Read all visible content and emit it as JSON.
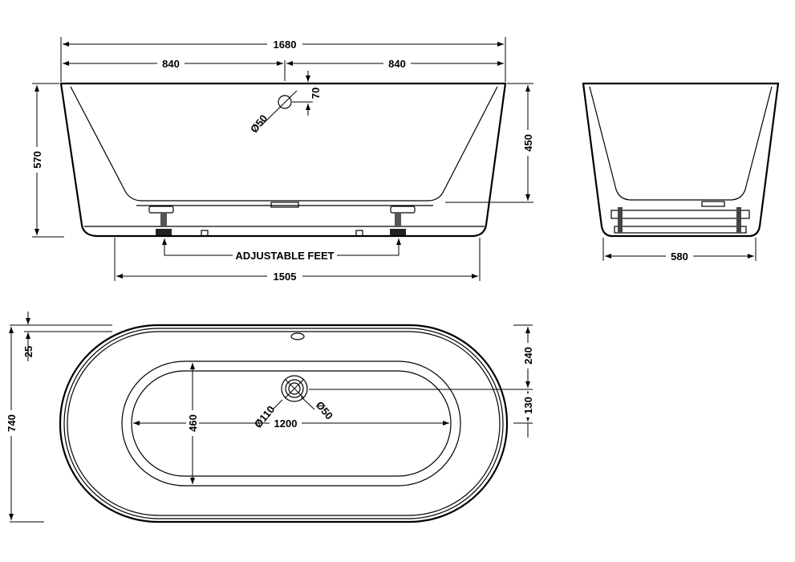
{
  "side_view": {
    "overall_length": "1680",
    "half_length_left": "840",
    "half_length_right": "840",
    "overall_height": "570",
    "inner_depth": "450",
    "overflow_offset": "70",
    "overflow_diameter": "Ø50",
    "feet_label": "ADJUSTABLE FEET",
    "base_length": "1505"
  },
  "end_view": {
    "base_width": "580"
  },
  "plan_view": {
    "overall_width": "740",
    "rim_offset": "25",
    "drain_from_edge": "240",
    "drain_offset": "130",
    "basin_length": "1200",
    "basin_width": "460",
    "drain_outer_diameter": "Ø110",
    "drain_inner_diameter": "Ø50"
  },
  "colors": {
    "line": "#000000",
    "background": "#ffffff"
  }
}
